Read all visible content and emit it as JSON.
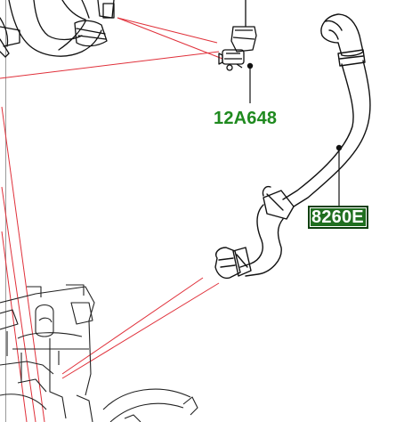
{
  "callouts": [
    {
      "id": "connector",
      "text": "12A648",
      "boxed": false
    },
    {
      "id": "hose",
      "text": "8260E",
      "boxed": true
    }
  ],
  "colors": {
    "line_art": "#111111",
    "leader_red": "#e0303a",
    "label_green": "#1f8a1f",
    "label_box": "#1f6e1f"
  }
}
